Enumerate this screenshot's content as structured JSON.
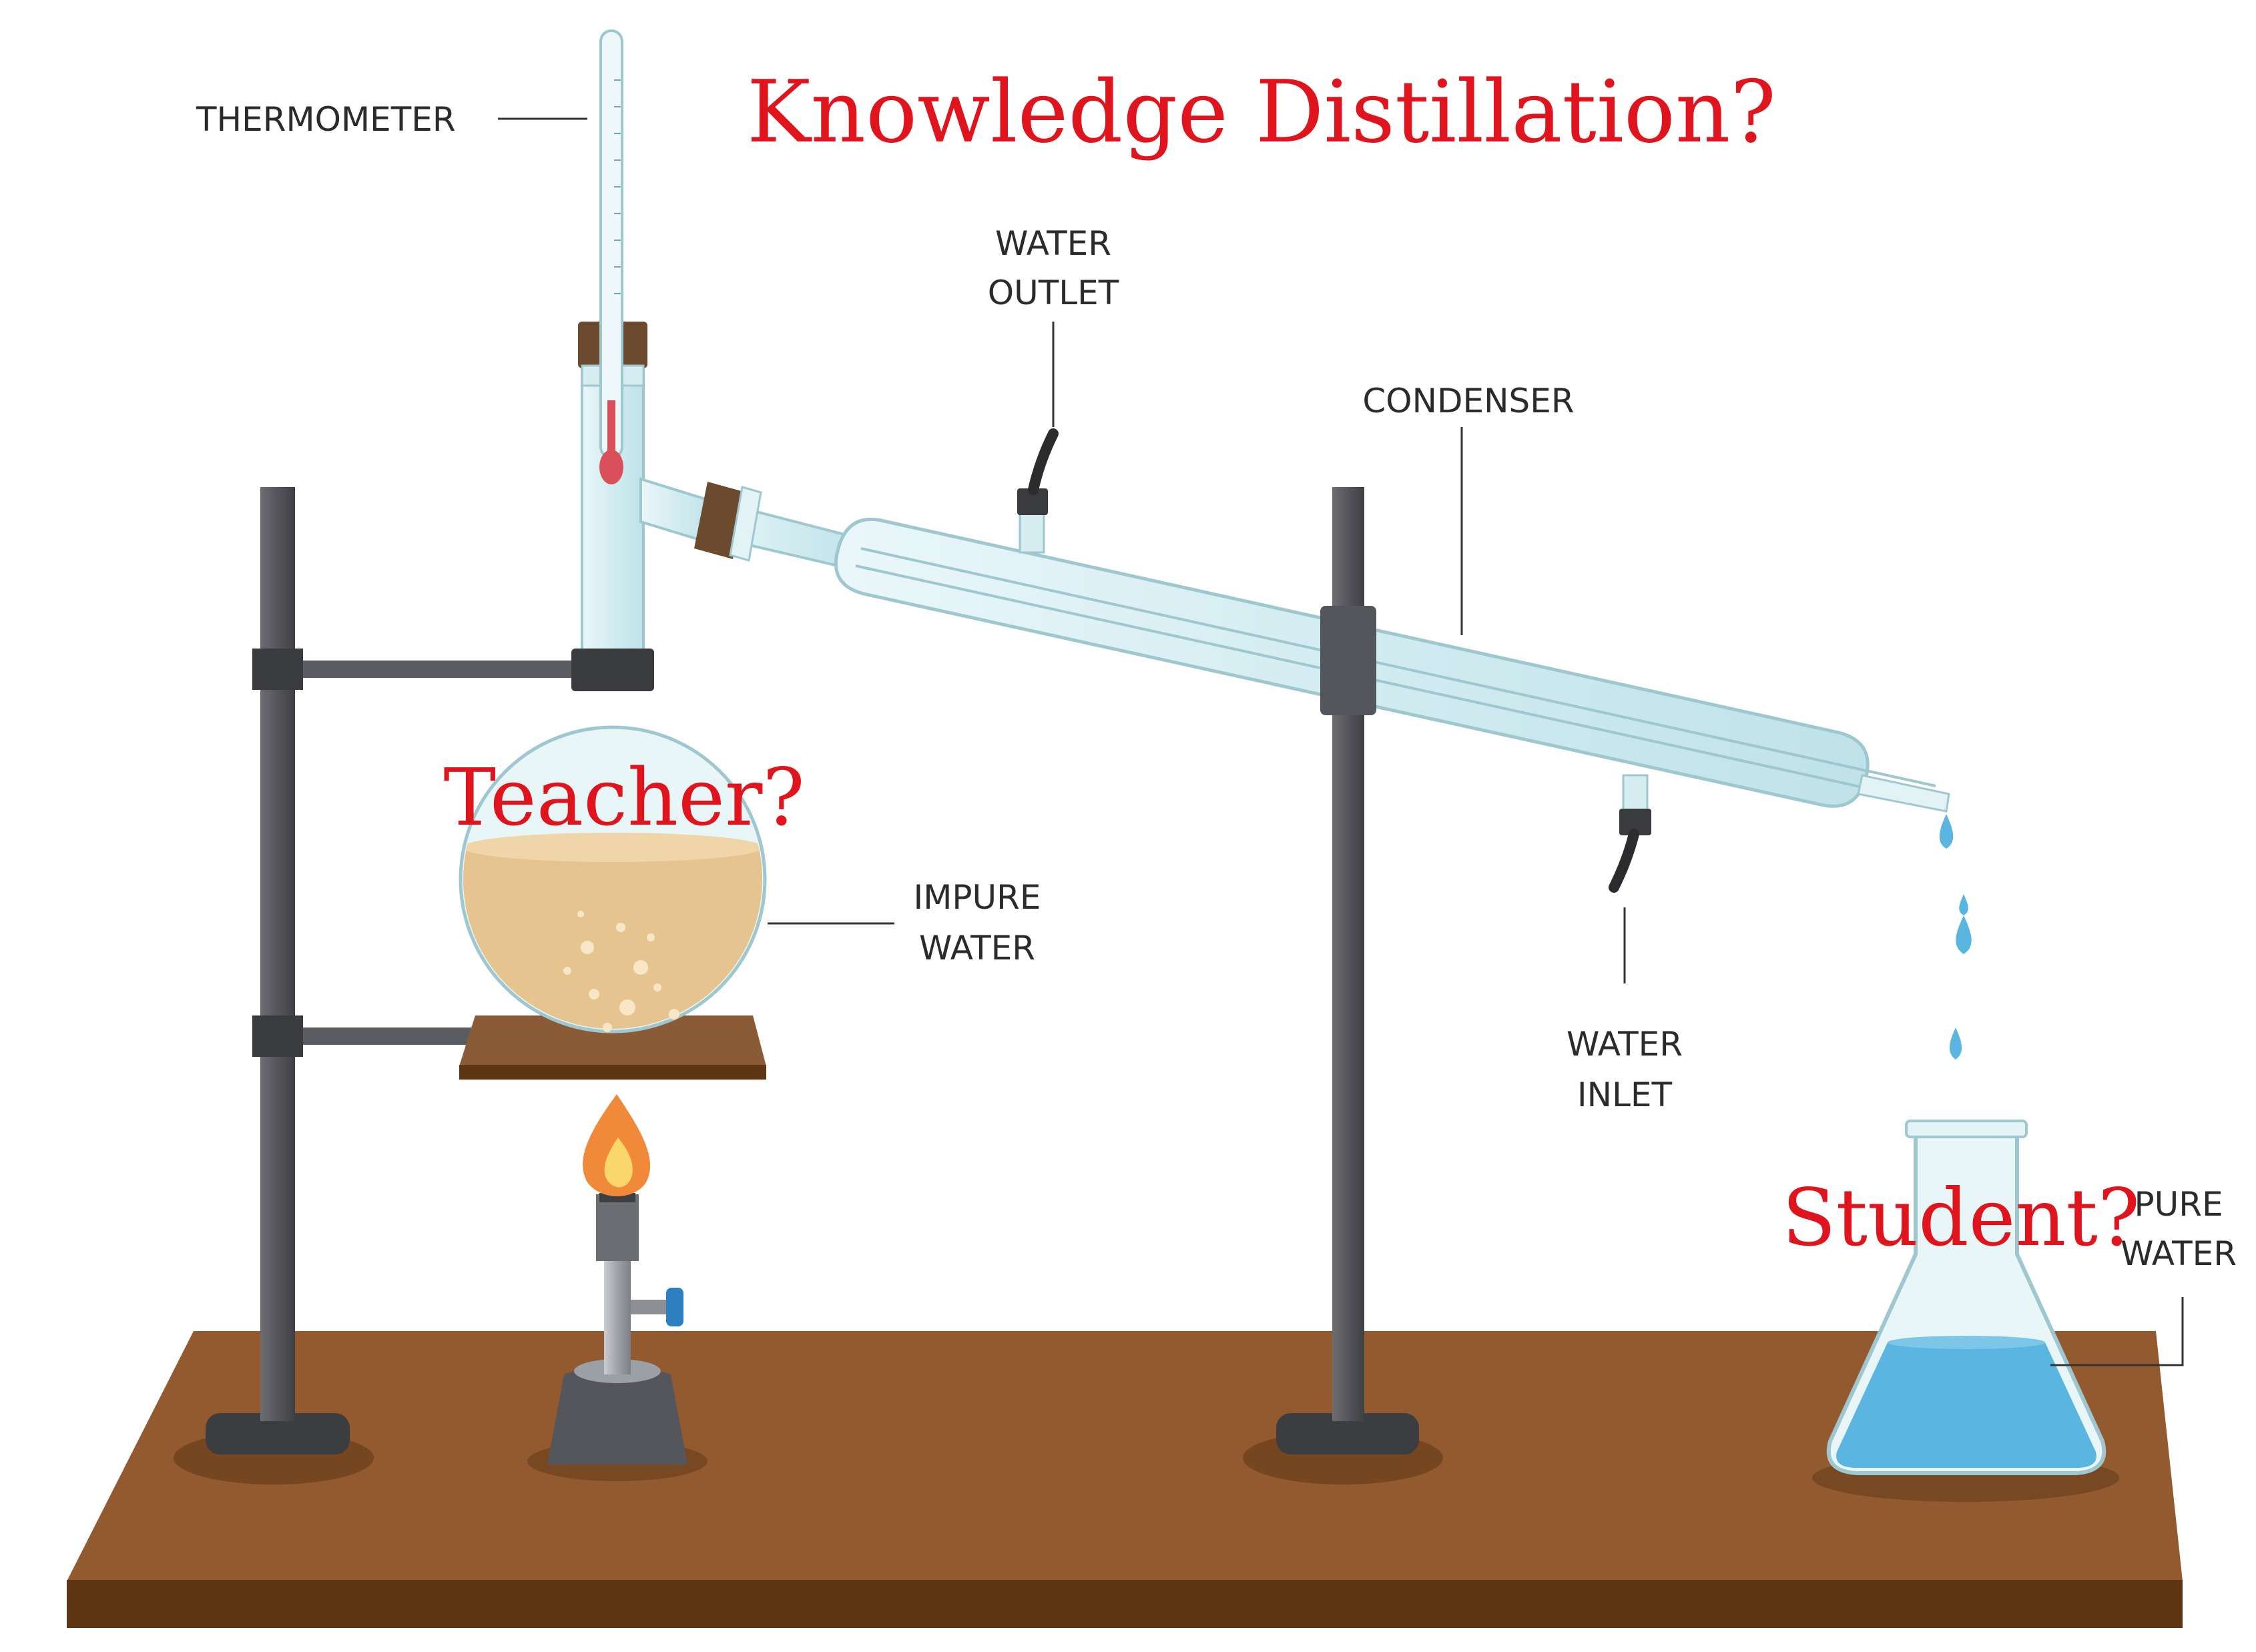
{
  "title": "Knowledge Distillation?",
  "annotations": {
    "teacher": "Teacher?",
    "student": "Student?"
  },
  "labels": {
    "thermometer": "THERMOMETER",
    "water_outlet": [
      "WATER",
      "OUTLET"
    ],
    "condenser": "CONDENSER",
    "impure_water": [
      "IMPURE",
      "WATER"
    ],
    "water_inlet": [
      "WATER",
      "INLET"
    ],
    "pure_water": [
      "PURE",
      "WATER"
    ]
  },
  "colors": {
    "accent_red": "#e0141c",
    "table_top": "#935a30",
    "table_front": "#5e3614",
    "stand_metal": "#55565a",
    "glass": "#d6eef2",
    "glass_edge": "#9fc7cf",
    "impure_liquid": "#e6c48f",
    "pure_liquid": "#5ab5e0",
    "cork": "#6b4a2e",
    "flame_outer": "#f08a3a",
    "flame_inner": "#fbd66a",
    "valve": "#2d7fbf"
  }
}
